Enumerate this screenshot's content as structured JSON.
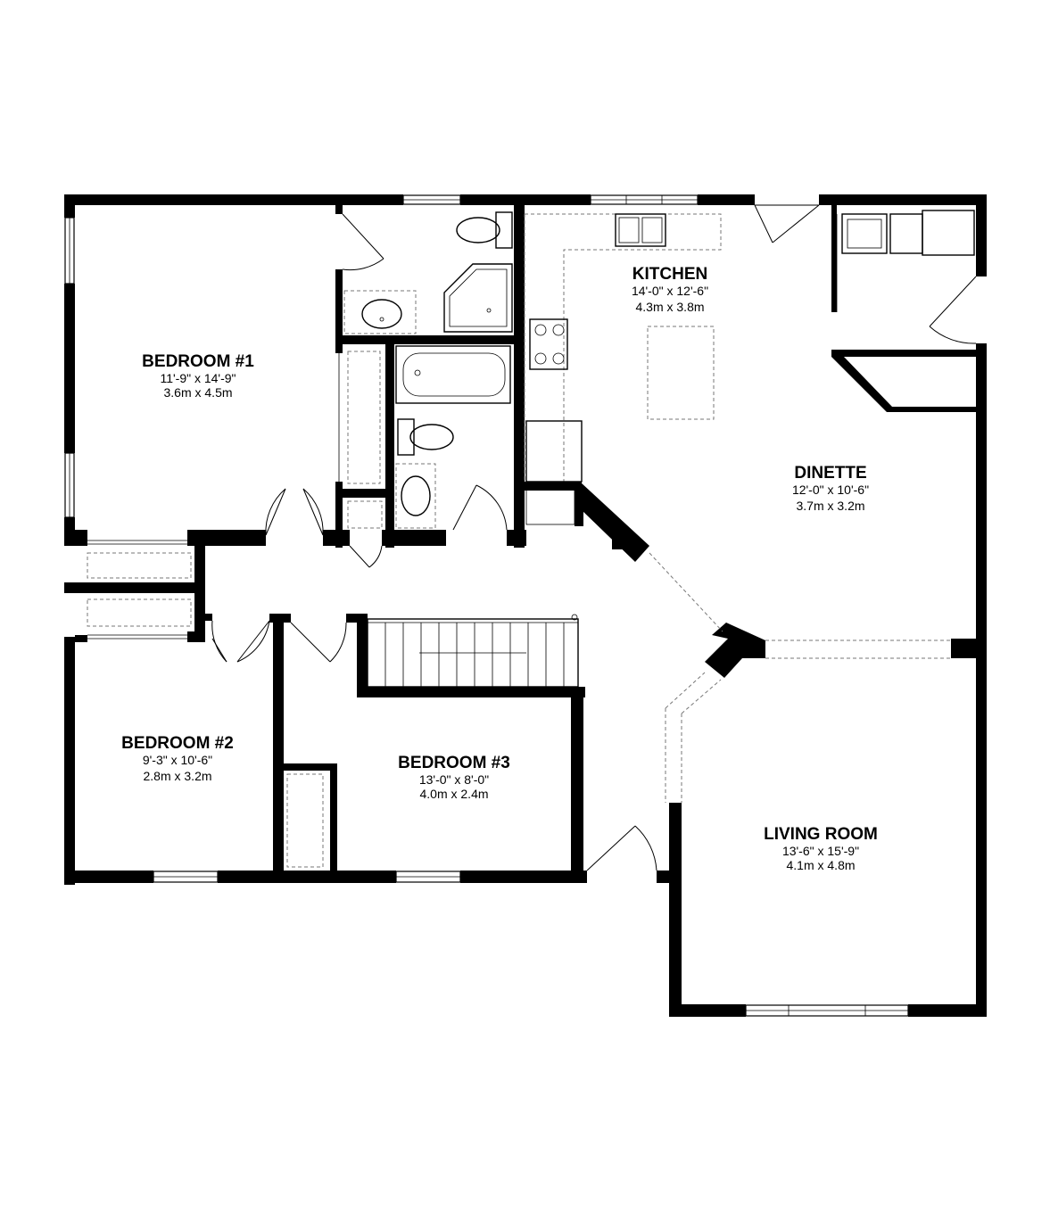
{
  "rooms": [
    {
      "id": "bedroom-1",
      "name": "BEDROOM #1",
      "imperial": "11'-9\" x 14'-9\"",
      "metric": "3.6m x 4.5m"
    },
    {
      "id": "kitchen",
      "name": "KITCHEN",
      "imperial": "14'-0\" x 12'-6\"",
      "metric": "4.3m x 3.8m"
    },
    {
      "id": "dinette",
      "name": "DINETTE",
      "imperial": "12'-0\" x 10'-6\"",
      "metric": "3.7m x 3.2m"
    },
    {
      "id": "bedroom-2",
      "name": "BEDROOM #2",
      "imperial": "9'-3\" x 10'-6\"",
      "metric": "2.8m x 3.2m"
    },
    {
      "id": "bedroom-3",
      "name": "BEDROOM #3",
      "imperial": "13'-0\" x 8'-0\"",
      "metric": "4.0m x 2.4m"
    },
    {
      "id": "living-room",
      "name": "LIVING ROOM",
      "imperial": "13'-6\" x 15'-9\"",
      "metric": "4.1m x 4.8m"
    }
  ]
}
